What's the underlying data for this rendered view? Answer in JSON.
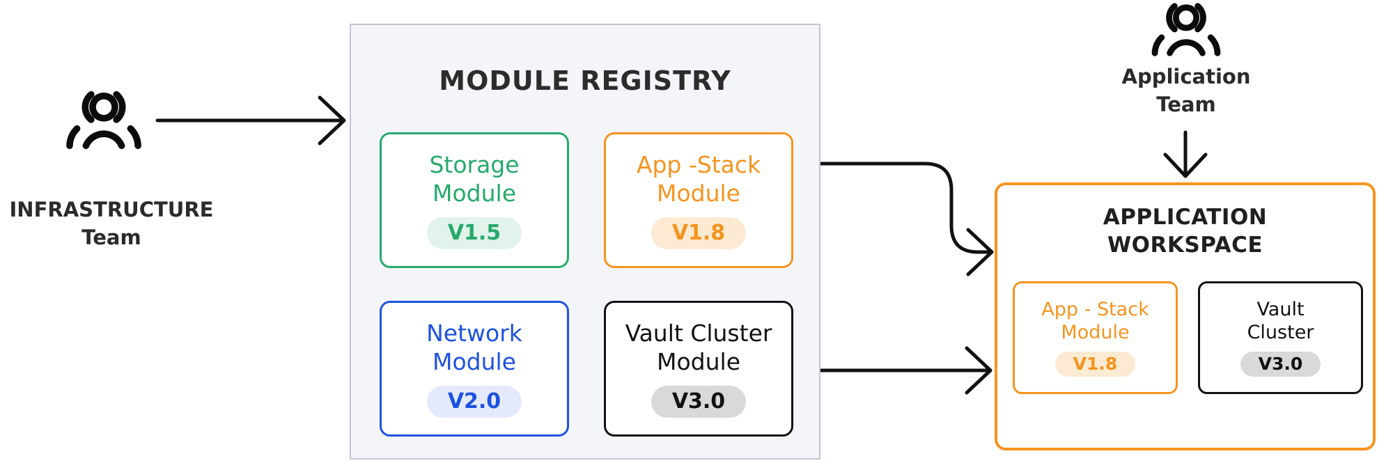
{
  "palette": {
    "green": "#26a96c",
    "green_light": "#e2f3eb",
    "orange": "#f6941e",
    "orange_light": "#fcebd2",
    "blue": "#1d51e0",
    "blue_light": "#e4eafb",
    "black": "#111111",
    "gray_light": "#d9d9d9",
    "registry_bg": "#f4f5f9",
    "registry_border": "#c3c6d1",
    "arrow": "#111111"
  },
  "infrastructure_team": {
    "icon": "people-group-icon",
    "label_line1": "INFRASTRUCTURE",
    "label_line2": "Team"
  },
  "application_team": {
    "icon": "people-group-icon",
    "label_line1": "Application",
    "label_line2": "Team"
  },
  "module_registry": {
    "title": "MODULE REGISTRY",
    "modules": [
      {
        "id": "storage",
        "name_line1": "Storage",
        "name_line2": "Module",
        "version": "V1.5",
        "color": "#26a96c"
      },
      {
        "id": "app-stack",
        "name_line1": "App -Stack",
        "name_line2": "Module",
        "version": "V1.8",
        "color": "#f6941e"
      },
      {
        "id": "network",
        "name_line1": "Network",
        "name_line2": "Module",
        "version": "V2.0",
        "color": "#1d51e0"
      },
      {
        "id": "vault-cluster",
        "name_line1": "Vault Cluster",
        "name_line2": "Module",
        "version": "V3.0",
        "color": "#111111"
      }
    ]
  },
  "application_workspace": {
    "title_line1": "APPLICATION",
    "title_line2": "WORKSPACE",
    "modules": [
      {
        "id": "app-stack",
        "name_line1": "App - Stack",
        "name_line2": "Module",
        "version": "V1.8",
        "color": "#f6941e"
      },
      {
        "id": "vault-cluster",
        "name_line1": "Vault",
        "name_line2": "Cluster",
        "version": "V3.0",
        "color": "#111111"
      }
    ]
  },
  "arrows": [
    {
      "id": "infra-team-to-registry",
      "from": "infrastructure-team",
      "to": "module-registry"
    },
    {
      "id": "app-stack-to-workspace",
      "from": "app-stack-module",
      "to": "application-workspace"
    },
    {
      "id": "vault-cluster-to-workspace",
      "from": "vault-cluster-module",
      "to": "application-workspace"
    },
    {
      "id": "app-team-to-workspace",
      "from": "application-team",
      "to": "application-workspace"
    }
  ]
}
